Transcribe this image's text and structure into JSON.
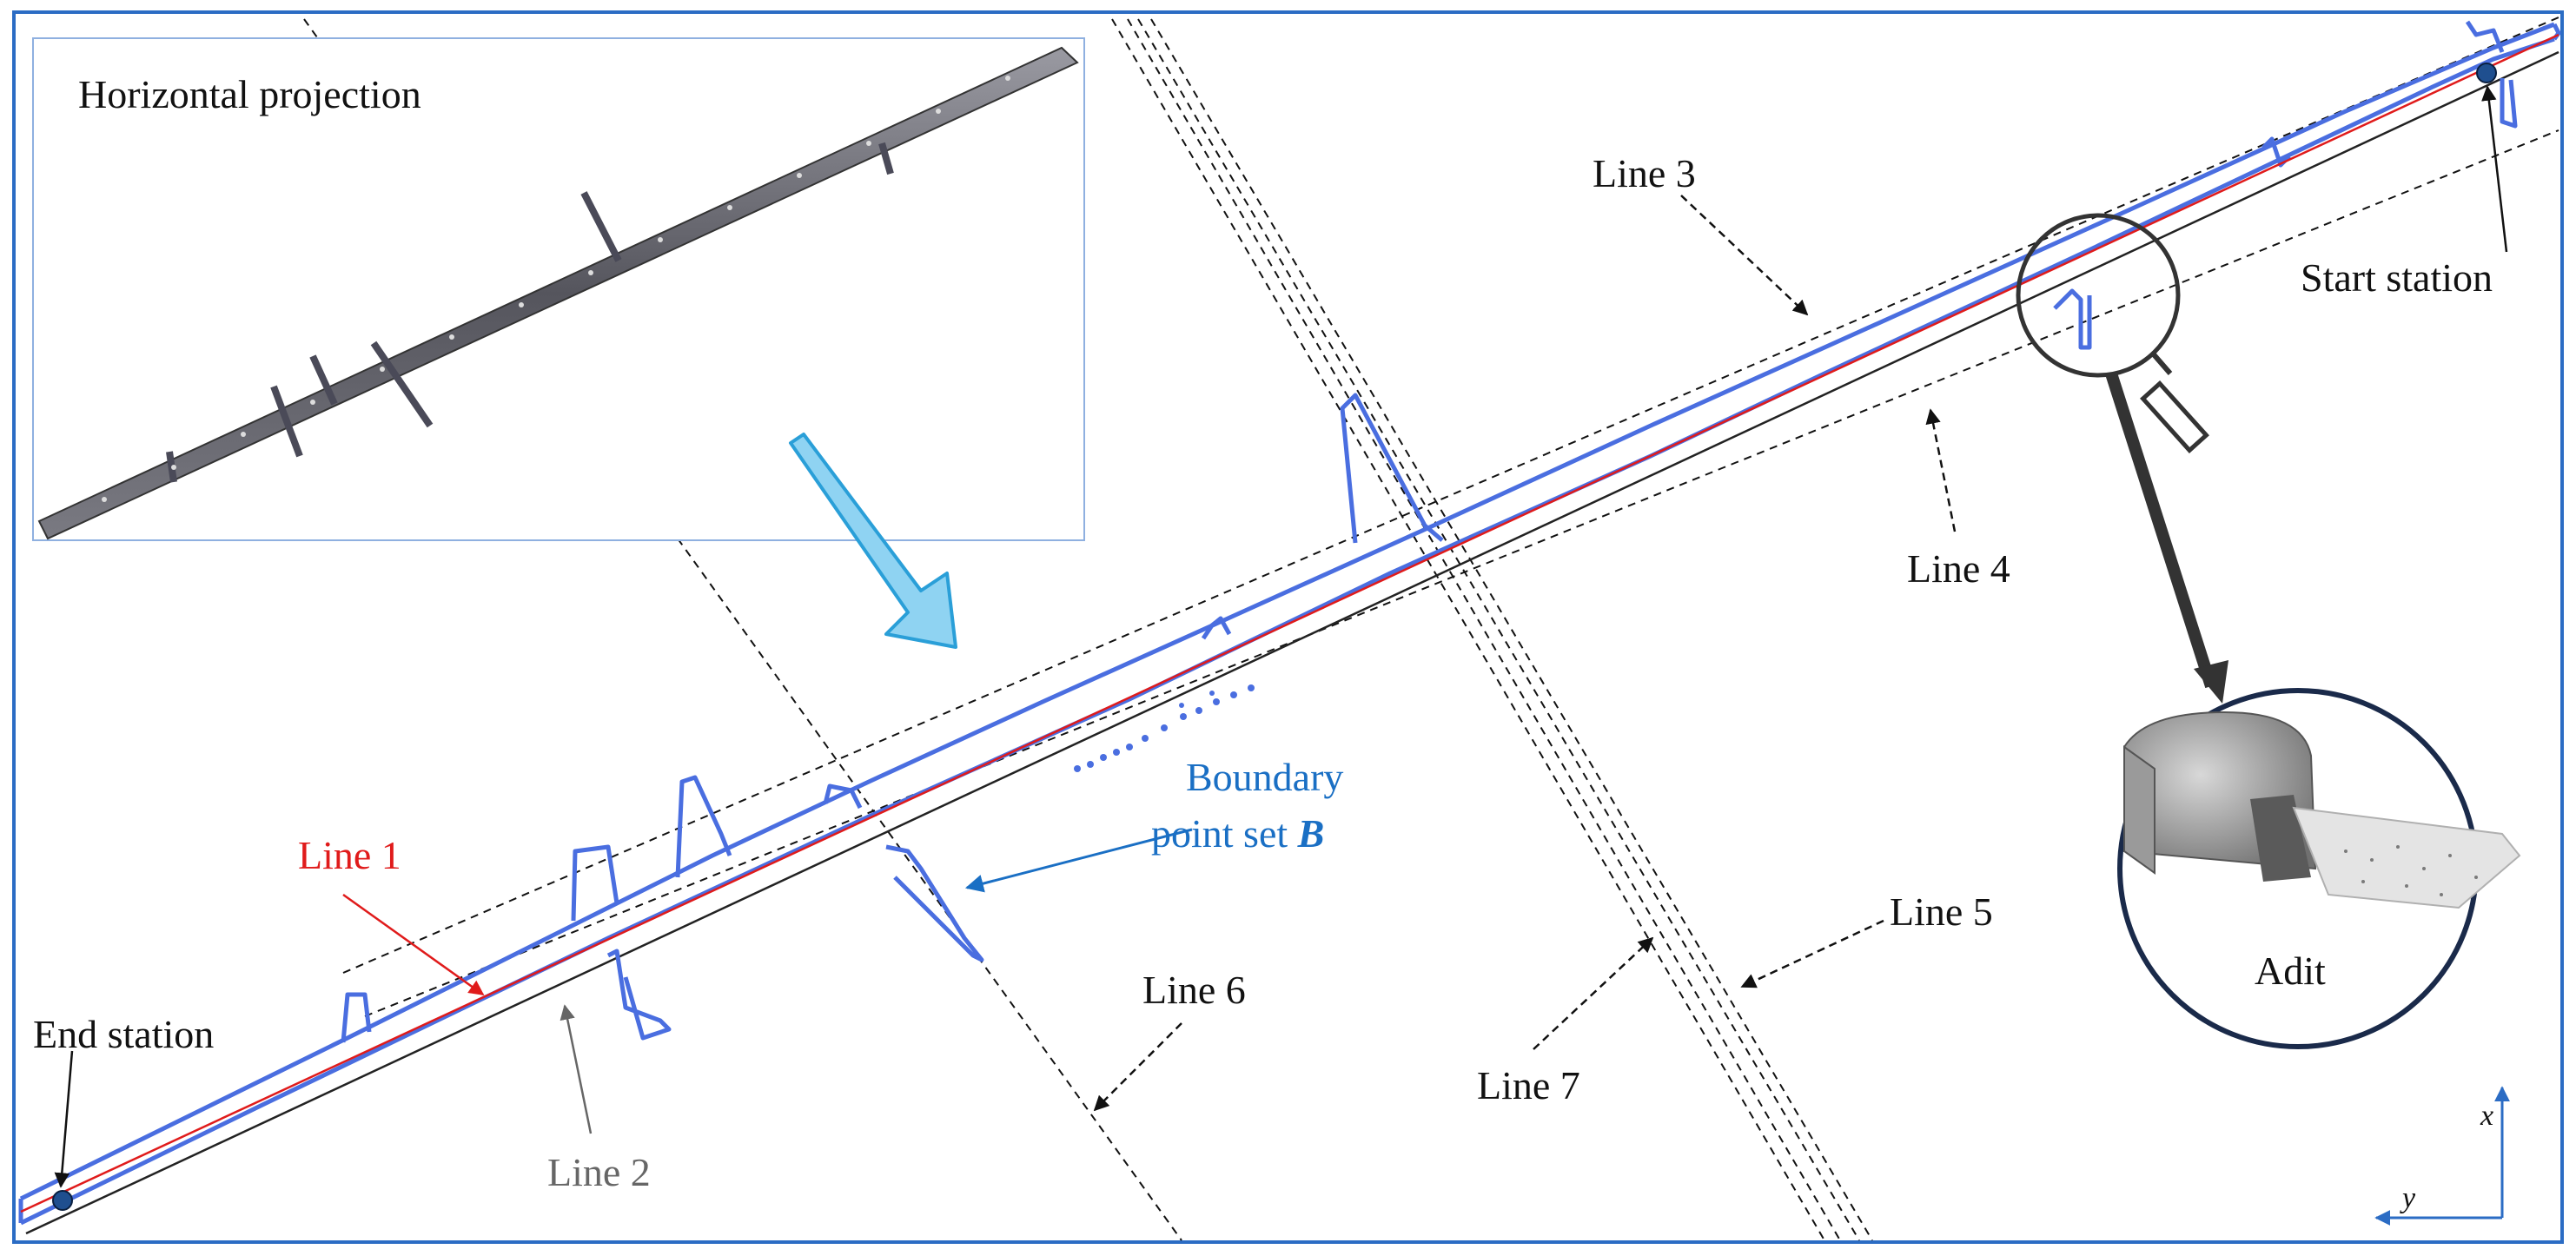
{
  "inset": {
    "title": "Horizontal projection"
  },
  "labels": {
    "line1": "Line 1",
    "line2": "Line 2",
    "line3": "Line 3",
    "line4": "Line 4",
    "line5": "Line 5",
    "line6": "Line 6",
    "line7": "Line 7",
    "boundary_line1": "Boundary",
    "boundary_line2_prefix": "point set ",
    "boundary_symbol": "B",
    "end_station": "End station",
    "start_station": "Start station",
    "adit": "Adit"
  },
  "axes": {
    "x": "x",
    "y": "y"
  },
  "colors": {
    "frame": "#2b6cc4",
    "boundary": "#4a6ee0",
    "line1": "#e01b1b",
    "line2_label": "#666666",
    "boundary_label": "#1a6fc4",
    "inset_border": "#8fb0e0",
    "arrow_fill": "#8fd3f2",
    "arrow_stroke": "#2a9fd8",
    "adit_circle": "#1a2a4a",
    "station": "#1f4f8f"
  }
}
